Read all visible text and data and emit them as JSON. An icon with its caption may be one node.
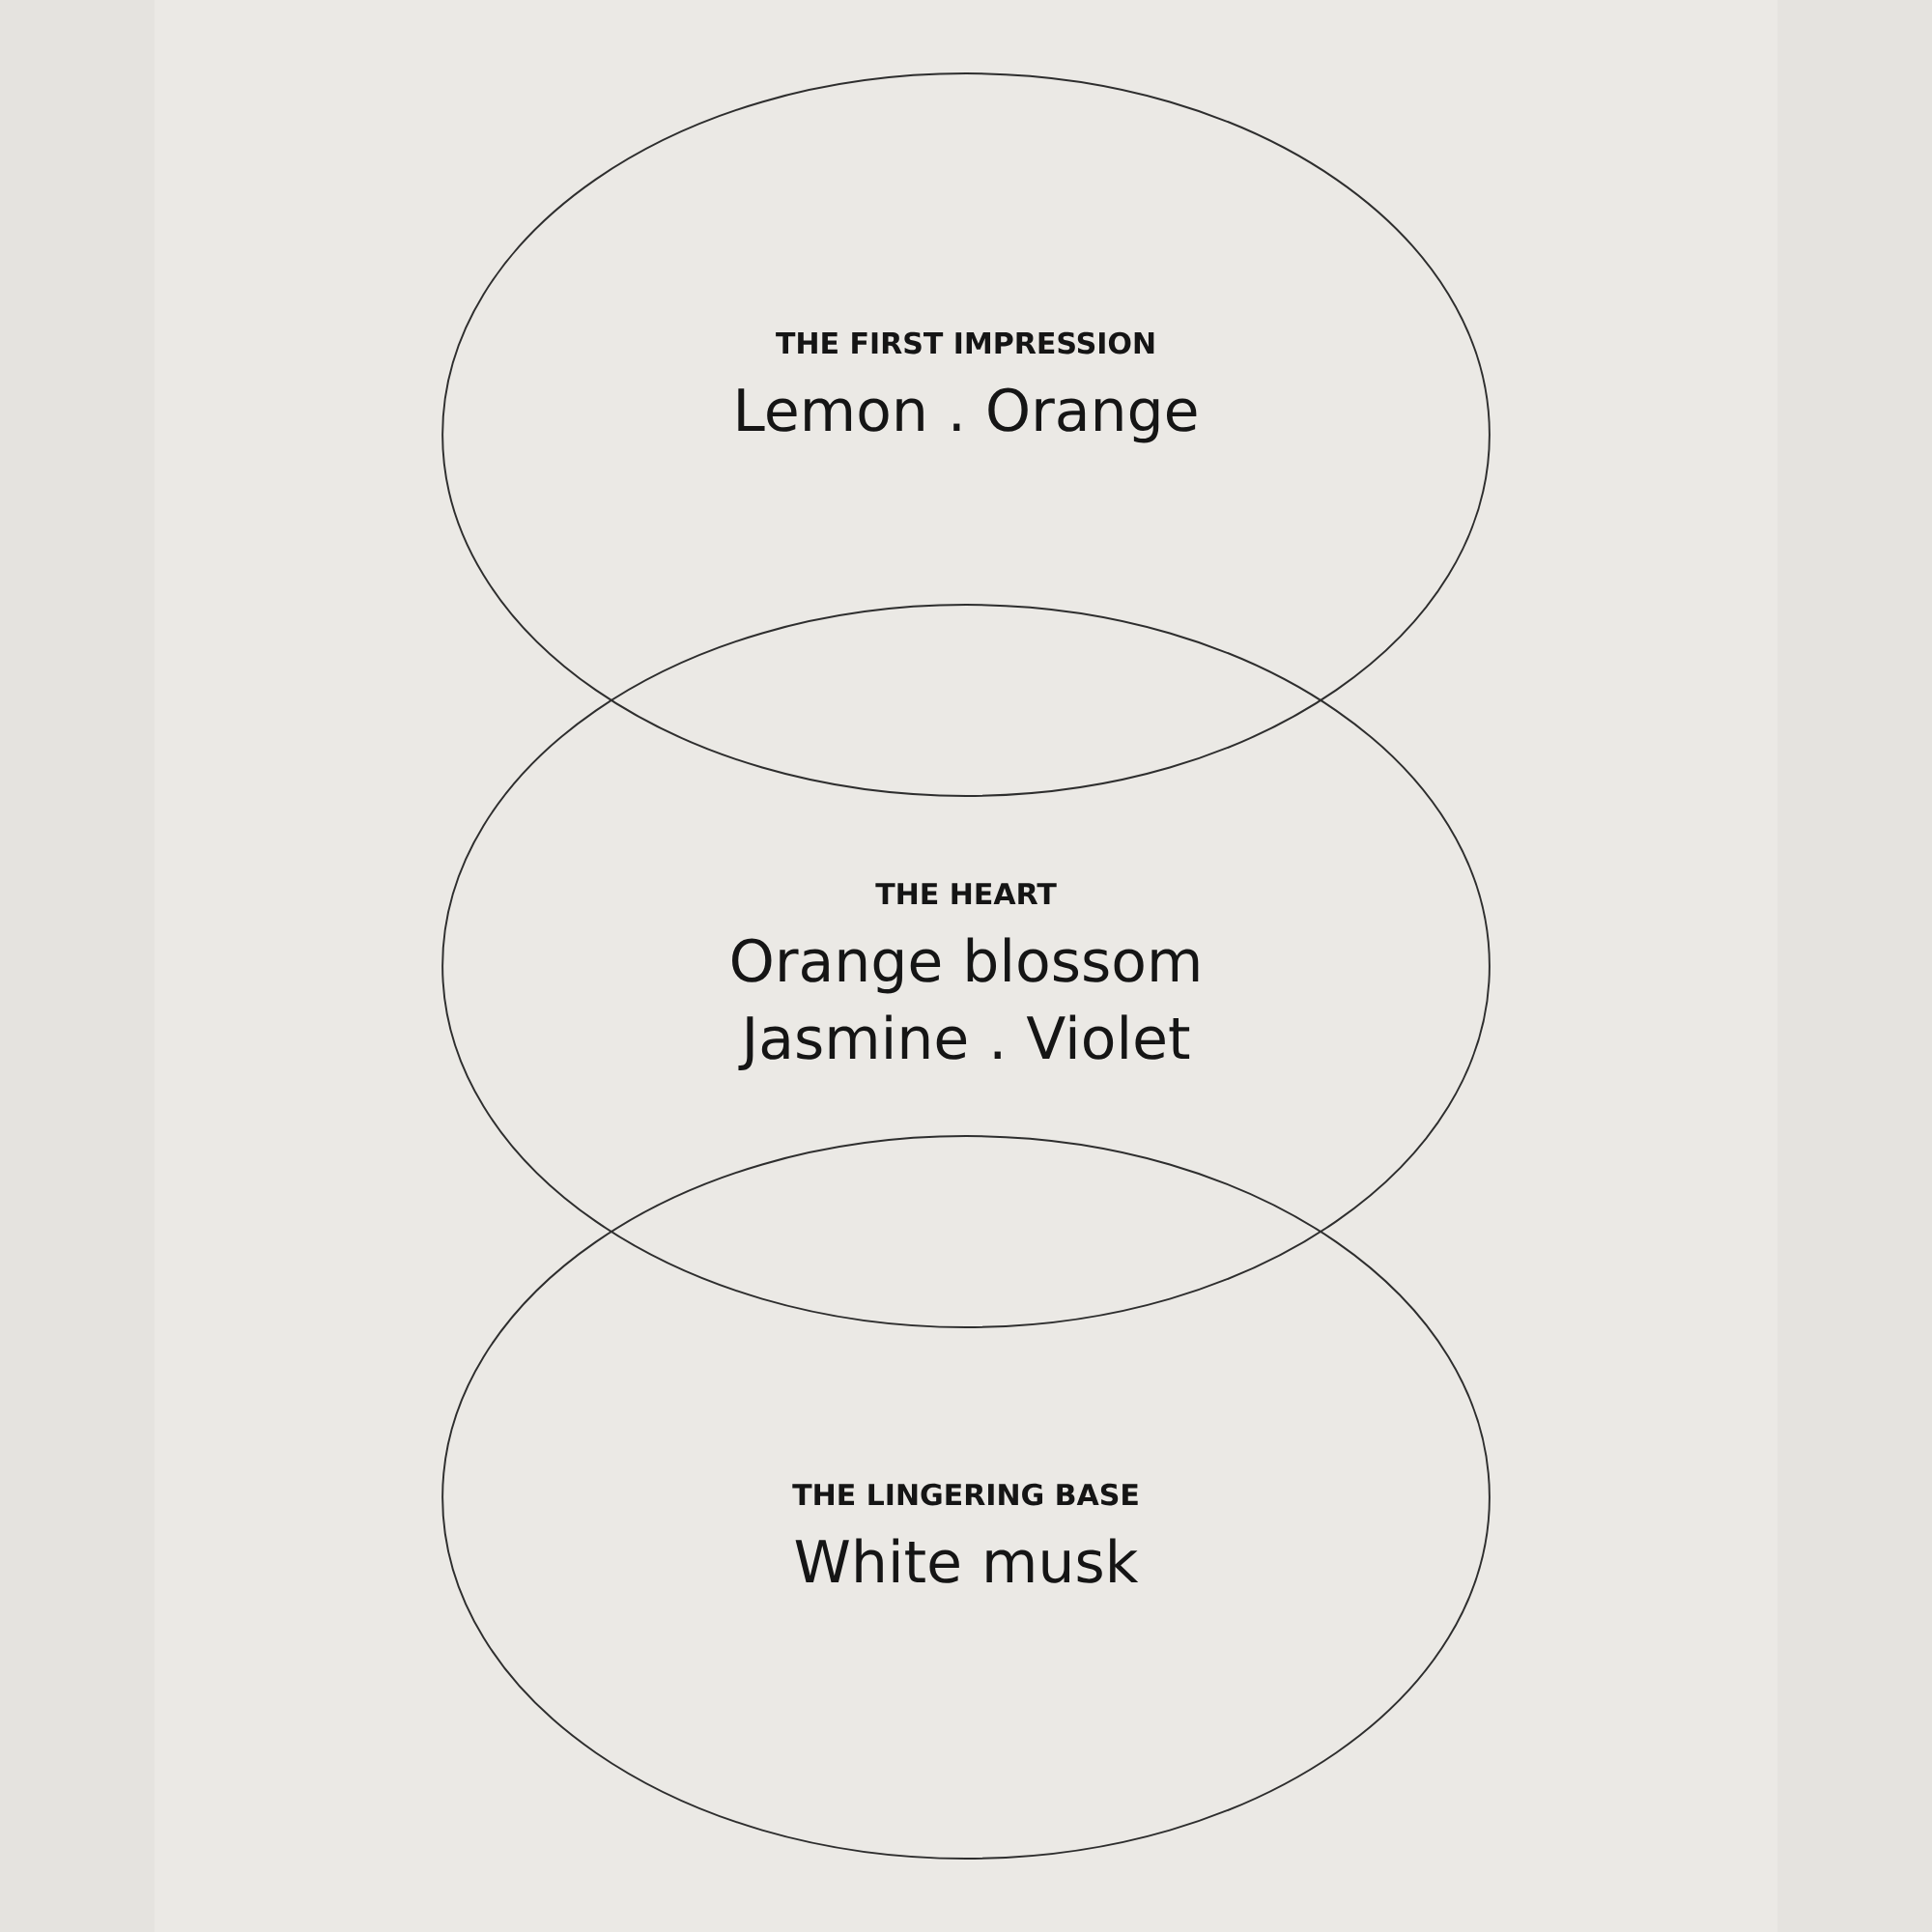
{
  "diagram": {
    "nodes": [
      {
        "text": [
          "THE FIRST IMPRESSION",
          "Lemon . Orange"
        ]
      },
      {
        "text": [
          "THE HEART",
          "Orange blossom Jasmine . Violet"
        ]
      },
      {
        "text": [
          "THE LINGERING BASE",
          "White musk"
        ]
      }
    ]
  }
}
